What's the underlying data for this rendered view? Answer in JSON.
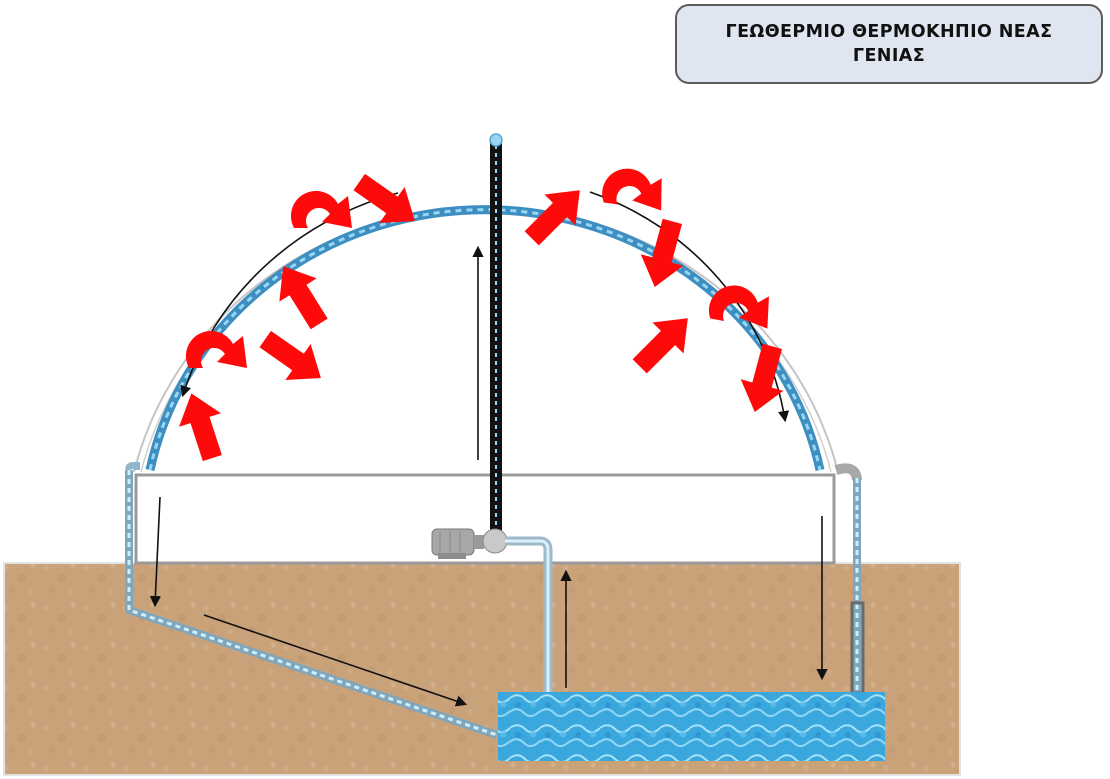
{
  "title": {
    "text": "ΓΕΩΘΕΡΜΙΟ ΘΕΡΜΟΚΗΠΙΟ ΝΕΑΣ ΓΕΝΙΑΣ"
  },
  "colors": {
    "title_bg": "#dfe6f1",
    "title_border": "#5a5a5a",
    "soil": "#c9a27a",
    "water": "#4fb0e0",
    "heat_arrow": "#ff0a0a",
    "flow_arrow": "#111111",
    "pipe": "#a9c6d8",
    "frame": "#9a9a9a"
  },
  "components": {
    "greenhouse_dome": "greenhouse-dome",
    "dome_water_pipe": "dome-water-pipe",
    "vertical_riser": "vertical-riser-pipe",
    "pump": "pump-motor",
    "underground_reservoir": "underground-water-reservoir",
    "soil": "ground-soil"
  },
  "icons": {
    "heat_arrows": "red-heat-arrow",
    "flow_arrows": "black-flow-arrow"
  }
}
